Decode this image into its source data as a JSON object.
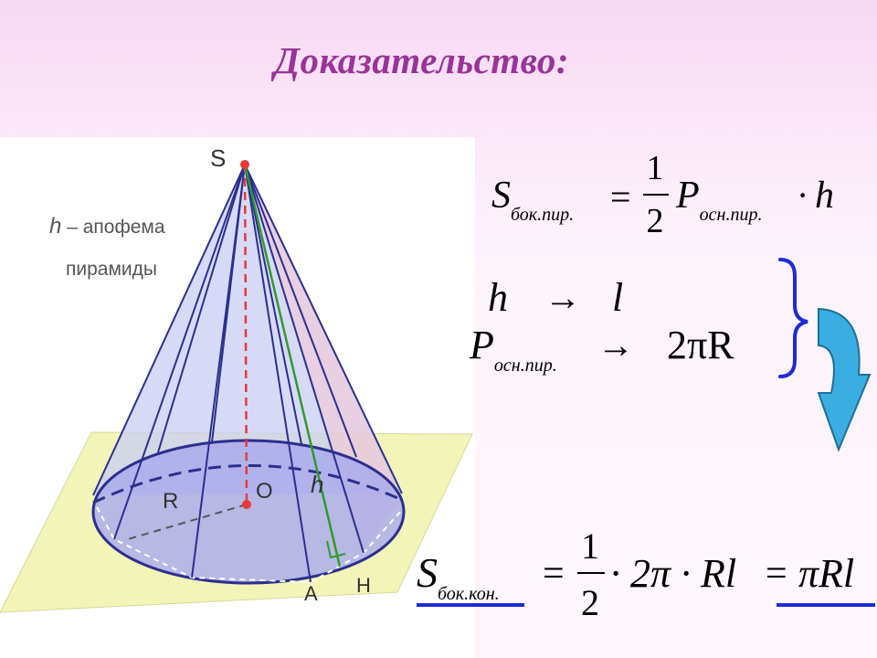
{
  "title": "Доказательство:",
  "figure": {
    "label_s": "S",
    "label_o": "O",
    "label_r": "R",
    "label_h": "h",
    "label_a": "A",
    "label_hh": "H",
    "note_h": "h",
    "note_rest": " – апофема",
    "note_line2": "пирамиды"
  },
  "formula1": {
    "s": "S",
    "s_sub": "бок.пир.",
    "eq": "=",
    "num": "1",
    "den": "2",
    "p": "P",
    "p_sub": "осн.пир.",
    "dot": "·",
    "h": "h"
  },
  "mapping": {
    "h": "h",
    "arrow1": "→",
    "l": "l",
    "p": "P",
    "p_sub": "осн.пир.",
    "arrow2": "→",
    "rhs": "2πR"
  },
  "formula2": {
    "s": "S",
    "s_sub": "бок.кон.",
    "eq": "=",
    "num": "1",
    "den": "2",
    "mid": "· 2π · Rl",
    "eq2": "=",
    "result": "πRl"
  },
  "colors": {
    "title": "#993399",
    "brace": "#1f2bd6",
    "arrow_fill": "#3aaee0",
    "underline": "#1f2bd6",
    "apothem": "#2e9b2e",
    "cone_edge": "#2b2f8f",
    "plane": "#f3f5b8"
  }
}
